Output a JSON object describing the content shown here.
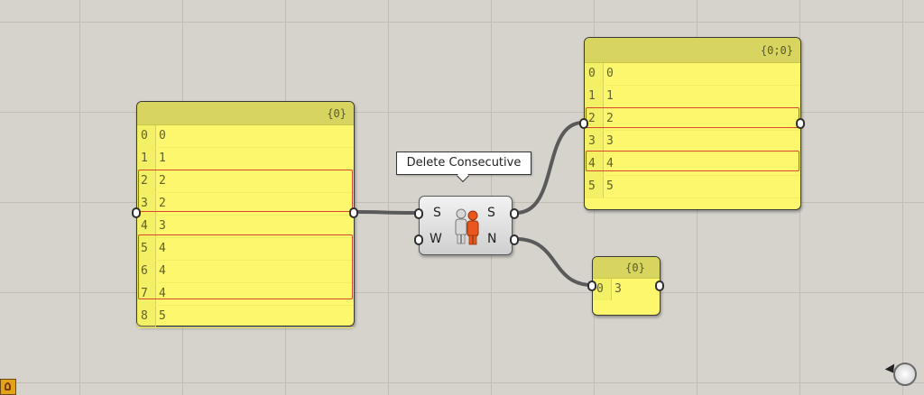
{
  "tooltip": {
    "text": "Delete Consecutive"
  },
  "component": {
    "inputs": [
      "S",
      "W"
    ],
    "outputs": [
      "S",
      "N"
    ],
    "icon": "delete-consecutive-icon",
    "icon_colors": {
      "left_figure": "#d8d8d8",
      "right_figure": "#e8571e"
    }
  },
  "input_panel": {
    "path": "{0}",
    "rows": [
      {
        "index": "0",
        "value": "0"
      },
      {
        "index": "1",
        "value": "1"
      },
      {
        "index": "2",
        "value": "2"
      },
      {
        "index": "3",
        "value": "2"
      },
      {
        "index": "4",
        "value": "3"
      },
      {
        "index": "5",
        "value": "4"
      },
      {
        "index": "6",
        "value": "4"
      },
      {
        "index": "7",
        "value": "4"
      },
      {
        "index": "8",
        "value": "5"
      }
    ]
  },
  "output_s_panel": {
    "path": "{0;0}",
    "rows": [
      {
        "index": "0",
        "value": "0"
      },
      {
        "index": "1",
        "value": "1"
      },
      {
        "index": "2",
        "value": "2"
      },
      {
        "index": "3",
        "value": "3"
      },
      {
        "index": "4",
        "value": "4"
      },
      {
        "index": "5",
        "value": "5"
      }
    ]
  },
  "output_n_panel": {
    "path": "{0}",
    "rows": [
      {
        "index": "0",
        "value": "3"
      }
    ]
  },
  "colors": {
    "canvas": "#d6d3cc",
    "panel_fill": "#fcf76c",
    "panel_header": "#d7d55f",
    "highlight": "#d9482b",
    "wire": "#555555"
  }
}
